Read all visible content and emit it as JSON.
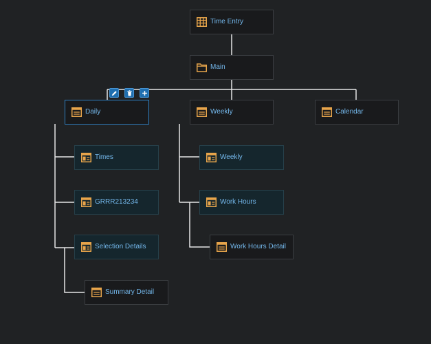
{
  "tree": {
    "nodes": [
      {
        "id": "time-entry",
        "label": "Time Entry",
        "icon": "table-icon",
        "kind": "root"
      },
      {
        "id": "main",
        "label": "Main",
        "icon": "folder-icon",
        "kind": "folder"
      },
      {
        "id": "daily",
        "label": "Daily",
        "icon": "window-icon",
        "kind": "page",
        "selected": true
      },
      {
        "id": "weekly",
        "label": "Weekly",
        "icon": "window-icon",
        "kind": "page"
      },
      {
        "id": "calendar",
        "label": "Calendar",
        "icon": "window-icon",
        "kind": "page"
      },
      {
        "id": "times",
        "label": "Times",
        "icon": "panel-icon",
        "kind": "subpage"
      },
      {
        "id": "grrr",
        "label": "GRRR213234",
        "icon": "panel-icon",
        "kind": "subpage"
      },
      {
        "id": "selection-details",
        "label": "Selection Details",
        "icon": "panel-icon",
        "kind": "subpage"
      },
      {
        "id": "summary-detail",
        "label": "Summary Detail",
        "icon": "window-icon",
        "kind": "page"
      },
      {
        "id": "weekly-sub",
        "label": "Weekly",
        "icon": "panel-icon",
        "kind": "subpage"
      },
      {
        "id": "work-hours",
        "label": "Work Hours",
        "icon": "panel-icon",
        "kind": "subpage"
      },
      {
        "id": "work-hours-detail",
        "label": "Work Hours Detail",
        "icon": "window-icon",
        "kind": "page"
      }
    ],
    "toolbar": [
      {
        "action": "edit",
        "icon": "pencil-icon"
      },
      {
        "action": "delete",
        "icon": "trash-icon"
      },
      {
        "action": "add",
        "icon": "plus-icon"
      }
    ],
    "colors": {
      "background": "#202224",
      "label": "#74b8ec",
      "icon": "#e8a54b",
      "connector": "#e6e6e6",
      "selection": "#2f7fc1"
    }
  }
}
